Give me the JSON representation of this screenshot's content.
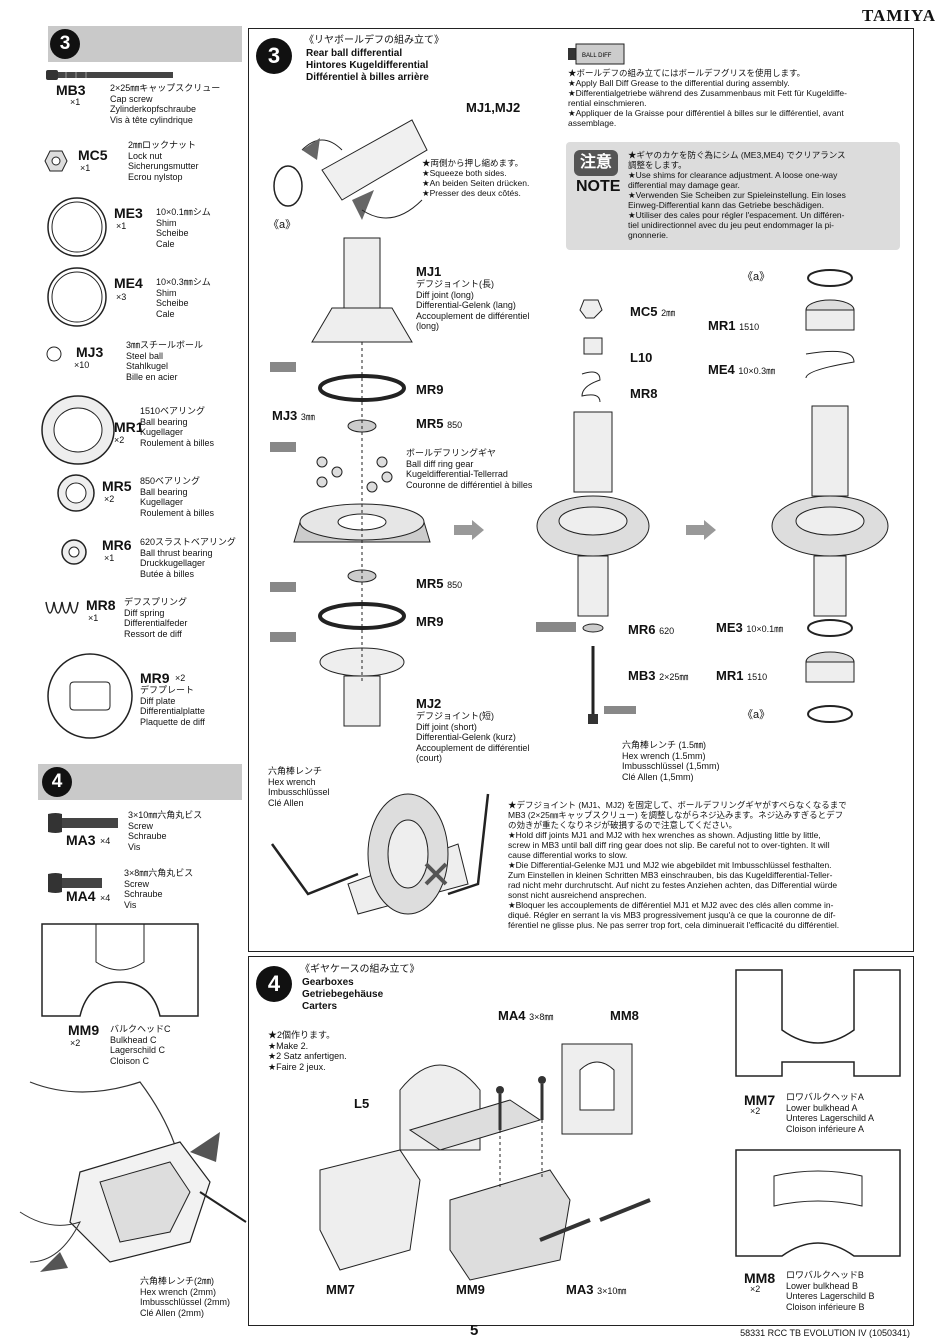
{
  "brand": "TAMIYA",
  "page_number": "5",
  "footer_code": "58331  RCC TB EVOLUTION IV (1050341)",
  "left": {
    "step3_num": "3",
    "step4_num": "4",
    "parts3": [
      {
        "code": "MB3",
        "qty": "×1",
        "desc": "2×25㎜キャップスクリュー\nCap screw\nZylinderkopfschraube\nVis à tête cylindrique"
      },
      {
        "code": "MC5",
        "qty": "×1",
        "desc": "2㎜ロックナット\nLock nut\nSicherungsmutter\nEcrou nylstop"
      },
      {
        "code": "ME3",
        "qty": "×1",
        "desc": "10×0.1㎜シム\nShim\nScheibe\nCale"
      },
      {
        "code": "ME4",
        "qty": "×3",
        "desc": "10×0.3㎜シム\nShim\nScheibe\nCale"
      },
      {
        "code": "MJ3",
        "qty": "×10",
        "desc": "3㎜スチールボール\nSteel ball\nStahlkugel\nBille en acier"
      },
      {
        "code": "MR1",
        "qty": "×2",
        "desc": "1510ベアリング\nBall bearing\nKugellager\nRoulement à billes"
      },
      {
        "code": "MR5",
        "qty": "×2",
        "desc": "850ベアリング\nBall bearing\nKugellager\nRoulement à billes"
      },
      {
        "code": "MR6",
        "qty": "×1",
        "desc": "620スラストベアリング\nBall thrust bearing\nDruckkugellager\nButée à billes"
      },
      {
        "code": "MR8",
        "qty": "×1",
        "desc": "デフスプリング\nDiff spring\nDifferentialfeder\nRessort de diff"
      },
      {
        "code": "MR9",
        "qty": "×2",
        "desc": "デフプレート\nDiff plate\nDifferentialplatte\nPlaquette de diff"
      }
    ],
    "parts4": [
      {
        "code": "MA3",
        "qty": "×4",
        "desc": "3×10㎜六角丸ビス\nScrew\nSchraube\nVis"
      },
      {
        "code": "MA4",
        "qty": "×4",
        "desc": "3×8㎜六角丸ビス\nScrew\nSchraube\nVis"
      },
      {
        "code": "MM9",
        "qty": "×2",
        "desc": "バルクヘッドC\nBulkhead C\nLagerschild C\nCloison C"
      }
    ],
    "hex_wrench": "六角棒レンチ(2㎜)\nHex wrench (2mm)\nImbusschlüssel (2mm)\nClé Allen (2mm)"
  },
  "step3": {
    "num": "3",
    "title_jp": "《リヤボールデフの組み立て》",
    "title_en": "Rear ball differential",
    "title_de": "Hintores Kugeldifferential",
    "title_fr": "Différentiel à billes arrière",
    "mj12": "MJ1,MJ2",
    "squeeze": "★両側から押し縮めます。\n★Squeeze both sides.\n★An beiden Seiten drücken.\n★Presser des deux côtés.",
    "a_label": "《a》",
    "grease": "★ボールデフの組み立てにはボールデフグリスを使用します。\n★Apply Ball Diff Grease to the differential during assembly.\n★Differentialgetriebe während des Zusammenbaus mit Fett für Kugeldiffe-\nrential einschmieren.\n★Appliquer de la Graisse pour différentiel à billes sur le différentiel, avant\nassemblage.",
    "note_jp": "注意",
    "note_en": "NOTE",
    "note_text": "★ギヤのカケを防ぐ為にシム (ME3,ME4) でクリアランス\n調整をします。\n★Use shims for clearance adjustment. A loose one-way\ndifferential may damage gear.\n★Verwenden Sie Scheiben zur Spieleinstellung. Ein loses\nEinweg-Differential kann das Getriebe beschädigen.\n★Utiliser des cales pour régler l'espacement. Un différen-\ntiel unidirectionnel avec du jeu peut endommager la pi-\ngnonnerie.",
    "mj1": "MJ1",
    "mj1_desc": "デフジョイント(長)\nDiff joint (long)\nDifferential-Gelenk (lang)\nAccouplement de différentiel\n(long)",
    "mr9": "MR9",
    "mj3": "MJ3",
    "mj3_size": "3㎜",
    "mr5": "MR5",
    "mr5_size": "850",
    "ring_gear": "ボールデフリングギヤ\nBall diff ring gear\nKugeldifferential-Tellerrad\nCouronne de différentiel à billes",
    "mj2": "MJ2",
    "mj2_desc": "デフジョイント(短)\nDiff joint (short)\nDifferential-Gelenk (kurz)\nAccouplement de différentiel\n(court)",
    "mc5": "MC5",
    "mc5_size": "2㎜",
    "l10": "L10",
    "mr8": "MR8",
    "mr6": "MR6",
    "mr6_size": "620",
    "mb3": "MB3",
    "mb3_size": "2×25㎜",
    "hexw": "六角棒レンチ (1.5㎜)\nHex wrench (1.5mm)\nImbusschlüssel (1,5mm)\nClé Allen (1,5mm)",
    "mr1": "MR1",
    "mr1_size": "1510",
    "me4": "ME4",
    "me4_size": "10×0.3㎜",
    "me3": "ME3",
    "me3_size": "10×0.1㎜",
    "hexw2": "六角棒レンチ\nHex wrench\nImbusschlüssel\nClé Allen",
    "hold": "★デフジョイント (MJ1、MJ2) を固定して、ボールデフリングギヤがすべらなくなるまで\nMB3 (2×25㎜キャップスクリュー) を調整しながらネジ込みます。ネジ込みすぎるとデフ\nの効きが重たくなりネジが破損するので注意してください。\n★Hold diff joints MJ1 and MJ2 with hex wrenches as shown. Adjusting little by little,\nscrew in MB3 until ball diff ring gear does not slip. Be careful not to over-tighten. It will\ncause differential works to slow.\n★Die Differential-Gelenke MJ1 und MJ2 wie abgebildet mit Imbusschlüssel festhalten.\nZum Einstellen in kleinen Schritten MB3 einschrauben, bis das Kugeldifferential-Teller-\nrad nicht mehr durchrutscht. Auf nicht zu festes Anziehen achten, das Differential würde\nsonst nicht ausreichend ansprechen.\n★Bloquer les accouplements de différentiel MJ1 et MJ2 avec des clés allen comme in-\ndiqué. Régler en serrant la vis MB3 progressivement jusqu'à ce que la couronne de dif-\nférentiel ne glisse plus. Ne pas serrer trop fort, cela diminuerait l'efficacité du différentiel."
  },
  "step4": {
    "num": "4",
    "title_jp": "《ギヤケースの組み立て》",
    "title_en": "Gearboxes",
    "title_de": "Getriebegehäuse",
    "title_fr": "Carters",
    "make2": "★2個作ります。\n★Make 2.\n★2 Satz anfertigen.\n★Faire 2 jeux.",
    "ma4": "MA4",
    "ma4_size": "3×8㎜",
    "mm8": "MM8",
    "l5": "L5",
    "mm7": "MM7",
    "mm9": "MM9",
    "ma3": "MA3",
    "ma3_size": "3×10㎜",
    "mm7_code": "MM7",
    "mm7_qty": "×2",
    "mm7_desc": "ロワバルクヘッドA\nLower bulkhead A\nUnteres Lagerschild A\nCloison inférieure A",
    "mm8_code": "MM8",
    "mm8_qty": "×2",
    "mm8_desc": "ロワバルクヘッドB\nLower bulkhead B\nUnteres Lagerschild B\nCloison inférieure B"
  }
}
